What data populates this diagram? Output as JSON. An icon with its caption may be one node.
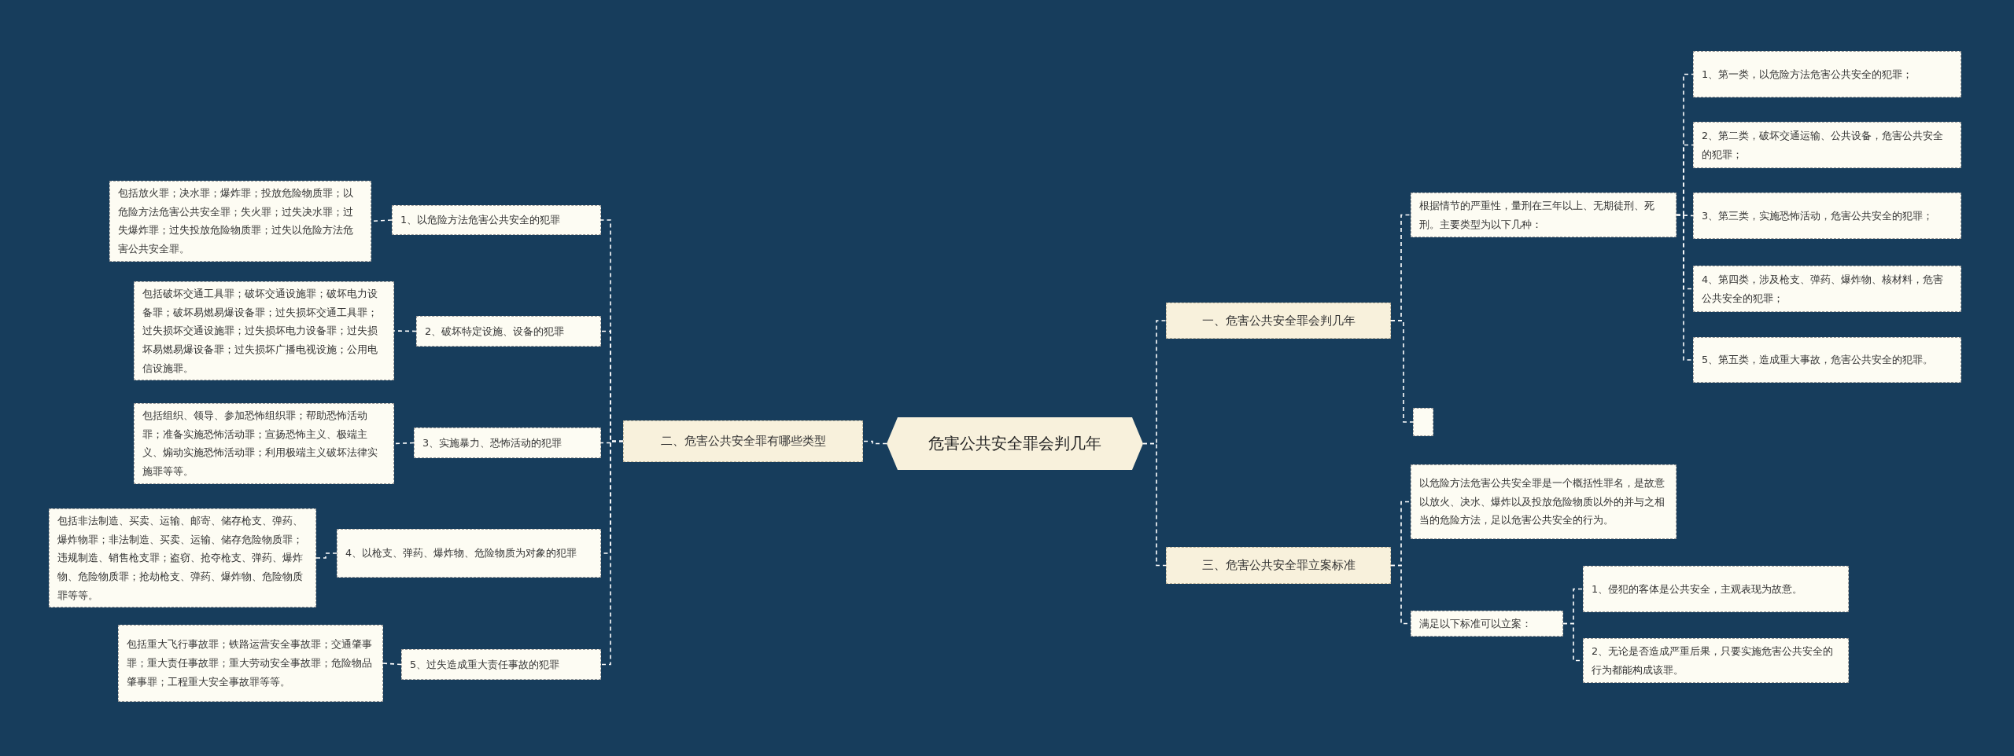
{
  "diagram": {
    "nodes": [
      {
        "text": [
          "危害公共安全罪会判几年"
        ]
      },
      {
        "text": [
          "一、危害公共安全罪会判几年"
        ]
      },
      {
        "text": [
          "根据情节的严重性，量刑在三年以上、无期徒刑、死刑。主要类型为以下几种："
        ]
      },
      {
        "text": [
          "1、第一类，以危险方法危害公共安全的犯罪；"
        ]
      },
      {
        "text": [
          "2、第二类，破坏交通运输、公共设备，危害公共安全的犯罪；"
        ]
      },
      {
        "text": [
          "3、第三类，实施恐怖活动，危害公共安全的犯罪；"
        ]
      },
      {
        "text": [
          "4、第四类，涉及枪支、弹药、爆炸物、核材料，危害公共安全的犯罪；"
        ]
      },
      {
        "text": [
          "5、第五类，造成重大事故，危害公共安全的犯罪。"
        ]
      },
      {
        "text": [],
        "shape": "box"
      },
      {
        "text": [
          "三、危害公共安全罪立案标准"
        ]
      },
      {
        "text": [
          "以危险方法危害公共安全罪是一个概括性罪名，是故意以放火、决水、爆炸以及投放危险物质以外的并与之相当的危险方法，足以危害公共安全的行为。"
        ]
      },
      {
        "text": [
          "满足以下标准可以立案："
        ]
      },
      {
        "text": [
          "1、侵犯的客体是公共安全，主观表现为故意。"
        ]
      },
      {
        "text": [
          "2、无论是否造成严重后果，只要实施危害公共安全的行为都能构成该罪。"
        ]
      },
      {
        "text": [
          "二、危害公共安全罪有哪些类型"
        ]
      },
      {
        "text": [
          "1、以危险方法危害公共安全的犯罪"
        ]
      },
      {
        "text": [
          "2、破坏特定设施、设备的犯罪"
        ]
      },
      {
        "text": [
          "3、实施暴力、恐怖活动的犯罪"
        ]
      },
      {
        "text": [
          "4、以枪支、弹药、爆炸物、危险物质为对象的犯罪"
        ]
      },
      {
        "text": [
          "5、过失造成重大责任事故的犯罪"
        ]
      },
      {
        "text": [
          "包括放火罪；决水罪；爆炸罪；投放危险物质罪；以危险方法危害公共安全罪；失火罪；过失决水罪；过失爆炸罪；过失投放危险物质罪；过失以危险方法危害公共安全罪。"
        ]
      },
      {
        "text": [
          "包括破坏交通工具罪；破坏交通设施罪；破坏电力设备罪；破坏易燃易爆设备罪；过失损坏交通工具罪；过失损坏交通设施罪；过失损坏电力设备罪；过失损坏易燃易爆设备罪；过失损坏广播电视设施；公用电信设施罪。"
        ]
      },
      {
        "text": [
          "包括组织、领导、参加恐怖组织罪；帮助恐怖活动罪；准备实施恐怖活动罪；宣扬恐怖主义、极端主义、煽动实施恐怖活动罪；利用极端主义破坏法律实施罪等等。"
        ]
      },
      {
        "text": [
          "包括非法制造、买卖、运输、邮寄、储存枪支、弹药、爆炸物罪；非法制造、买卖、运输、储存危险物质罪；违规制造、销售枪支罪；盗窃、抢夺枪支、弹药、爆炸物、危险物质罪；抢劫枪支、弹药、爆炸物、危险物质罪等等。"
        ]
      },
      {
        "text": [
          "包括重大飞行事故罪；铁路运营安全事故罪；交通肇事罪；重大责任事故罪；重大劳动安全事故罪；危险物品肇事罪；工程重大安全事故罪等等。"
        ]
      }
    ],
    "edges": [
      {
        "from": 0,
        "to": 1,
        "arrow": "none"
      },
      {
        "from": 0,
        "to": 9,
        "arrow": "none"
      },
      {
        "from": 0,
        "to": 14,
        "arrow": "none"
      },
      {
        "from": 1,
        "to": 2,
        "arrow": "none"
      },
      {
        "from": 1,
        "to": 8,
        "arrow": "none"
      },
      {
        "from": 2,
        "to": 3,
        "arrow": "none"
      },
      {
        "from": 2,
        "to": 4,
        "arrow": "none"
      },
      {
        "from": 2,
        "to": 5,
        "arrow": "none"
      },
      {
        "from": 2,
        "to": 6,
        "arrow": "none"
      },
      {
        "from": 2,
        "to": 7,
        "arrow": "none"
      },
      {
        "from": 9,
        "to": 10,
        "arrow": "none"
      },
      {
        "from": 9,
        "to": 11,
        "arrow": "none"
      },
      {
        "from": 11,
        "to": 12,
        "arrow": "none"
      },
      {
        "from": 11,
        "to": 13,
        "arrow": "none"
      },
      {
        "from": 14,
        "to": 15,
        "arrow": "none"
      },
      {
        "from": 14,
        "to": 16,
        "arrow": "none"
      },
      {
        "from": 14,
        "to": 17,
        "arrow": "none"
      },
      {
        "from": 14,
        "to": 18,
        "arrow": "none"
      },
      {
        "from": 14,
        "to": 19,
        "arrow": "none"
      },
      {
        "from": 15,
        "to": 20,
        "arrow": "none"
      },
      {
        "from": 16,
        "to": 21,
        "arrow": "none"
      },
      {
        "from": 17,
        "to": 22,
        "arrow": "none"
      },
      {
        "from": 18,
        "to": 23,
        "arrow": "none"
      },
      {
        "from": 19,
        "to": 24,
        "arrow": "none"
      }
    ]
  }
}
